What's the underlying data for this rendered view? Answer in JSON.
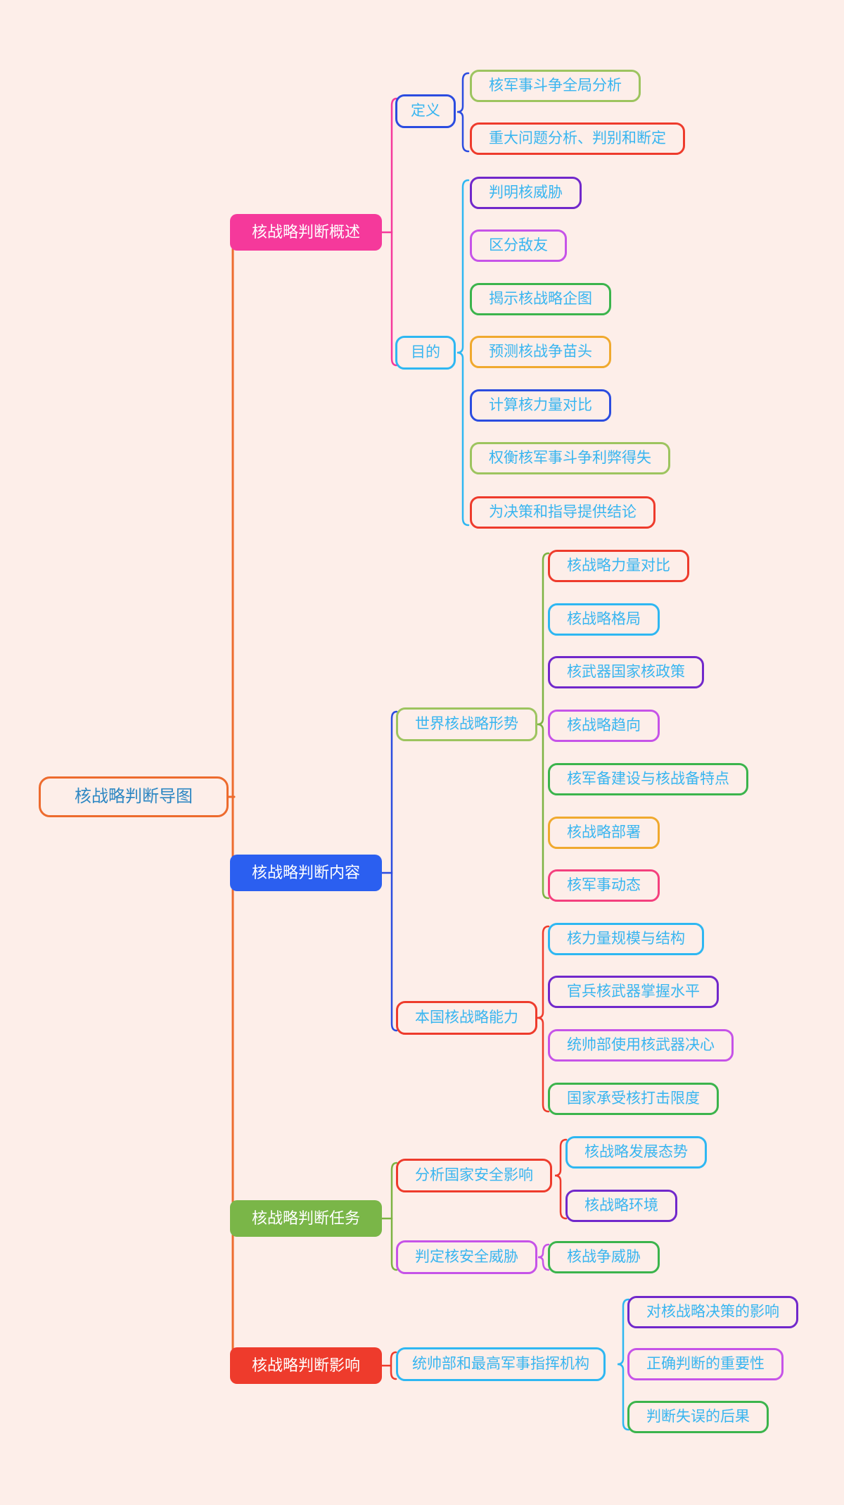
{
  "title": "核战略判断导图",
  "palette": {
    "background": "#fdeee9",
    "orange": "#ed6b2e",
    "pink": "#f5399b",
    "blue_fill": "#2b5ff0",
    "green_fill": "#7ab648",
    "line_green": "#7cb342",
    "red": "#ee3b2c",
    "royal": "#2b4ce0",
    "cyan": "#2eb7f2",
    "olive": "#9dc45f",
    "green": "#3bb44c",
    "purple": "#7128cb",
    "violet": "#c653e8",
    "amber": "#f0a92e",
    "rose": "#f4407e",
    "node_text": "#38b5f0",
    "root_text": "#2d87c3",
    "branch_text": "#ffffff"
  },
  "nodes": {
    "root": {
      "label": "核战略判断导图"
    },
    "b1": {
      "label": "核战略判断概述"
    },
    "b1s1": {
      "label": "定义"
    },
    "b1s1c1": {
      "label": "核军事斗争全局分析"
    },
    "b1s1c2": {
      "label": "重大问题分析、判别和断定"
    },
    "b1s2": {
      "label": "目的"
    },
    "b1s2c1": {
      "label": "判明核威胁"
    },
    "b1s2c2": {
      "label": "区分敌友"
    },
    "b1s2c3": {
      "label": "揭示核战略企图"
    },
    "b1s2c4": {
      "label": "预测核战争苗头"
    },
    "b1s2c5": {
      "label": "计算核力量对比"
    },
    "b1s2c6": {
      "label": "权衡核军事斗争利弊得失"
    },
    "b1s2c7": {
      "label": "为决策和指导提供结论"
    },
    "b2": {
      "label": "核战略判断内容"
    },
    "b2s1": {
      "label": "世界核战略形势"
    },
    "b2s1c1": {
      "label": "核战略力量对比"
    },
    "b2s1c2": {
      "label": "核战略格局"
    },
    "b2s1c3": {
      "label": "核武器国家核政策"
    },
    "b2s1c4": {
      "label": "核战略趋向"
    },
    "b2s1c5": {
      "label": "核军备建设与核战备特点"
    },
    "b2s1c6": {
      "label": "核战略部署"
    },
    "b2s1c7": {
      "label": "核军事动态"
    },
    "b2s2": {
      "label": "本国核战略能力"
    },
    "b2s2c1": {
      "label": "核力量规模与结构"
    },
    "b2s2c2": {
      "label": "官兵核武器掌握水平"
    },
    "b2s2c3": {
      "label": "统帅部使用核武器决心"
    },
    "b2s2c4": {
      "label": "国家承受核打击限度"
    },
    "b3": {
      "label": "核战略判断任务"
    },
    "b3s1": {
      "label": "分析国家安全影响"
    },
    "b3s1c1": {
      "label": "核战略发展态势"
    },
    "b3s1c2": {
      "label": "核战略环境"
    },
    "b3s2": {
      "label": "判定核安全威胁"
    },
    "b3s2c1": {
      "label": "核战争威胁"
    },
    "b4": {
      "label": "核战略判断影响"
    },
    "b4s1": {
      "label": "统帅部和最高军事指挥机构"
    },
    "b4s1c1": {
      "label": "对核战略决策的影响"
    },
    "b4s1c2": {
      "label": "正确判断的重要性"
    },
    "b4s1c3": {
      "label": "判断失误的后果"
    }
  }
}
